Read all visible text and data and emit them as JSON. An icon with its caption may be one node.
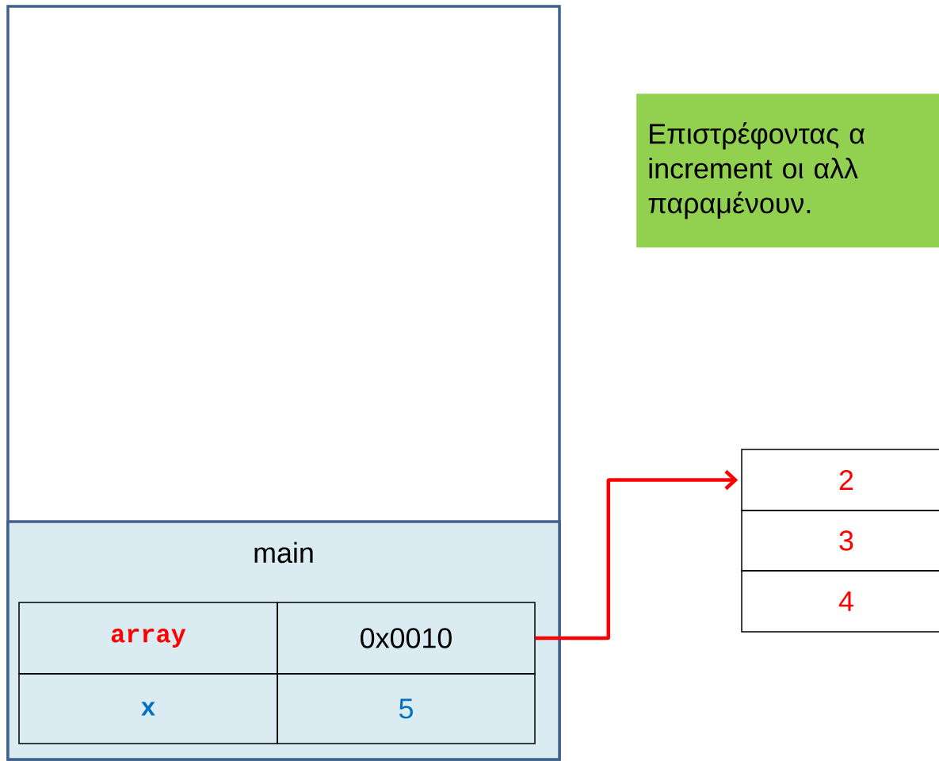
{
  "diagram": {
    "nodes": [
      {
        "text": [],
        "shape": "box"
      },
      {
        "text": [
          "main"
        ],
        "in": 0
      },
      {
        "text": [
          "array"
        ],
        "in": 1
      },
      {
        "text": [
          "0x0010"
        ],
        "in": 1
      },
      {
        "text": [
          "x"
        ],
        "in": 1
      },
      {
        "text": [
          "5"
        ],
        "in": 1
      },
      {
        "text": [
          "Επιστρέφοντας α increment οι αλλ παραμένουν."
        ]
      },
      {
        "text": [
          "2"
        ]
      },
      {
        "text": [
          "3"
        ]
      },
      {
        "text": [
          "4"
        ]
      }
    ],
    "edges": [
      {
        "from": 3,
        "to": 7,
        "arrow": "to",
        "color": "#ff0000"
      }
    ]
  }
}
